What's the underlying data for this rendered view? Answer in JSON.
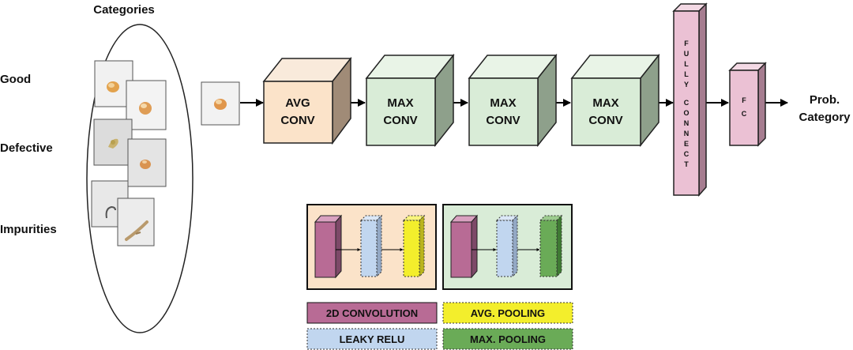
{
  "categories": {
    "title": "Categories",
    "items": [
      "Good",
      "Defective",
      "Impurities"
    ]
  },
  "blocks": {
    "avg_conv": [
      "AVG",
      "CONV"
    ],
    "max_conv_1": [
      "MAX",
      "CONV"
    ],
    "max_conv_2": [
      "MAX",
      "CONV"
    ],
    "max_conv_3": [
      "MAX",
      "CONV"
    ],
    "fully_connect": [
      "F",
      "U",
      "L",
      "L",
      "Y",
      "C",
      "O",
      "N",
      "N",
      "E",
      "C",
      "T"
    ],
    "fc": [
      "F",
      "C"
    ]
  },
  "output": {
    "line1": "Prob.",
    "line2": "Category"
  },
  "legend": {
    "conv2d": "2D CONVOLUTION",
    "avg_pool": "AVG. POOLING",
    "leaky_relu": "LEAKY RELU",
    "max_pool": "MAX. POOLING"
  },
  "colors": {
    "avg_block": "#fbe3c9",
    "max_block": "#d9ecd7",
    "conv2d": "#b86b95",
    "leaky_relu": "#c1d6ef",
    "avg_pool": "#f3ee2c",
    "max_pool": "#6aab57",
    "fc_block": "#ebc1d4"
  }
}
